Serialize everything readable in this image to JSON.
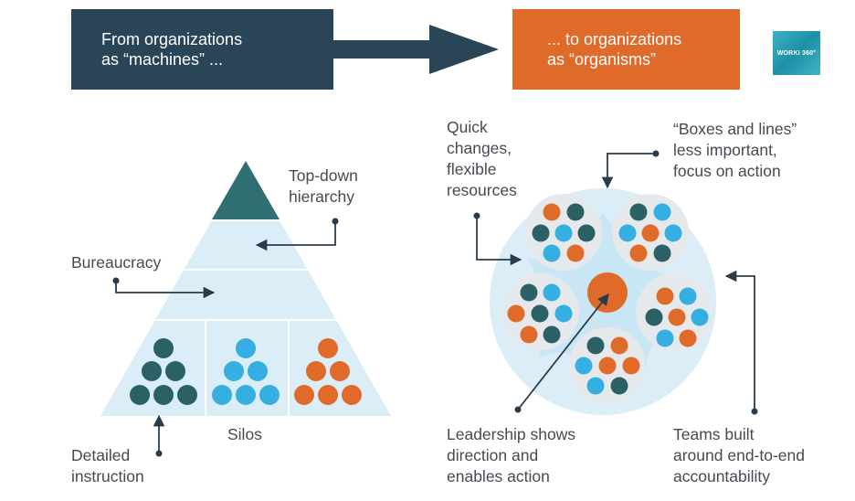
{
  "header": {
    "from_text": "From organizations\nas “machines” ...",
    "to_text": "... to organizations\nas “organisms”",
    "logo_text": "WORKI 360°"
  },
  "labels": {
    "top_down": "Top-down\nhierarchy",
    "bureaucracy": "Bureaucracy",
    "silos": "Silos",
    "detailed": "Detailed\ninstruction",
    "quick": "Quick\nchanges,\nflexible\nresources",
    "boxes": "“Boxes and lines”\nless important,\nfocus on action",
    "leadership": "Leadership shows\ndirection and\nenables action",
    "teams": "Teams built\naround end-to-end\naccountability"
  },
  "colors": {
    "navy": "#2a4558",
    "orange": "#e06a2a",
    "teal_dark": "#2b6165",
    "teal_apex": "#2f6e72",
    "blue": "#35aee2",
    "light_blue": "#dbeef7",
    "light_blue_2": "#c9e6f4",
    "grey_pod": "#e6e9ec",
    "line": "#2a3c4a",
    "text": "#444b52"
  }
}
